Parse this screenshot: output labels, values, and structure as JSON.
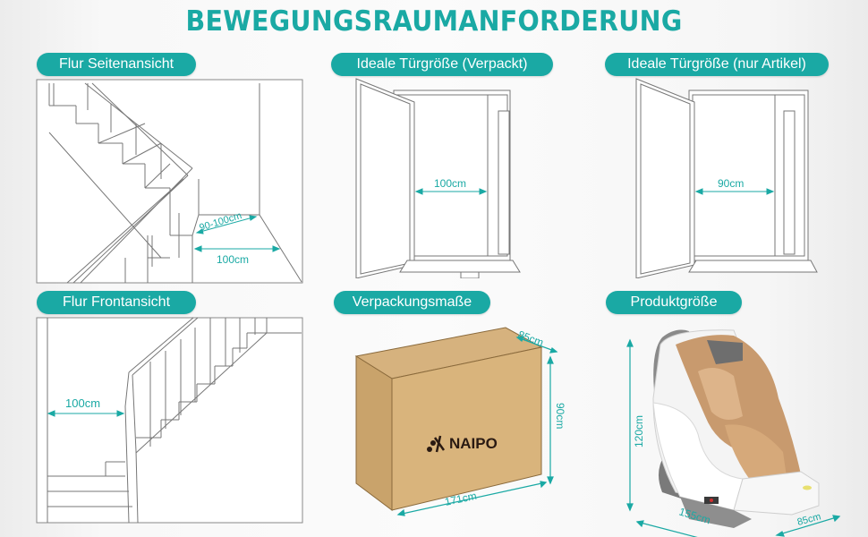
{
  "title": "BEWEGUNGSRAUMANFORDERUNG",
  "accent_color": "#1aa9a4",
  "panels": {
    "flur_seitenansicht": {
      "label": "Flur Seitenansicht",
      "dim_diagonal": "90-100cm",
      "dim_width": "100cm"
    },
    "tuer_verpackt": {
      "label": "Ideale Türgröße (Verpackt)",
      "dim_width": "100cm"
    },
    "tuer_artikel": {
      "label": "Ideale Türgröße (nur Artikel)",
      "dim_width": "90cm"
    },
    "flur_frontansicht": {
      "label": "Flur Frontansicht",
      "dim_width": "100cm"
    },
    "verpackung": {
      "label": "Verpackungsmaße",
      "brand": "NAIPO",
      "dim_depth": "85cm",
      "dim_height": "90cm",
      "dim_length": "171cm"
    },
    "produkt": {
      "label": "Produktgröße",
      "dim_height": "120cm",
      "dim_length": "155cm",
      "dim_depth": "85cm"
    }
  }
}
